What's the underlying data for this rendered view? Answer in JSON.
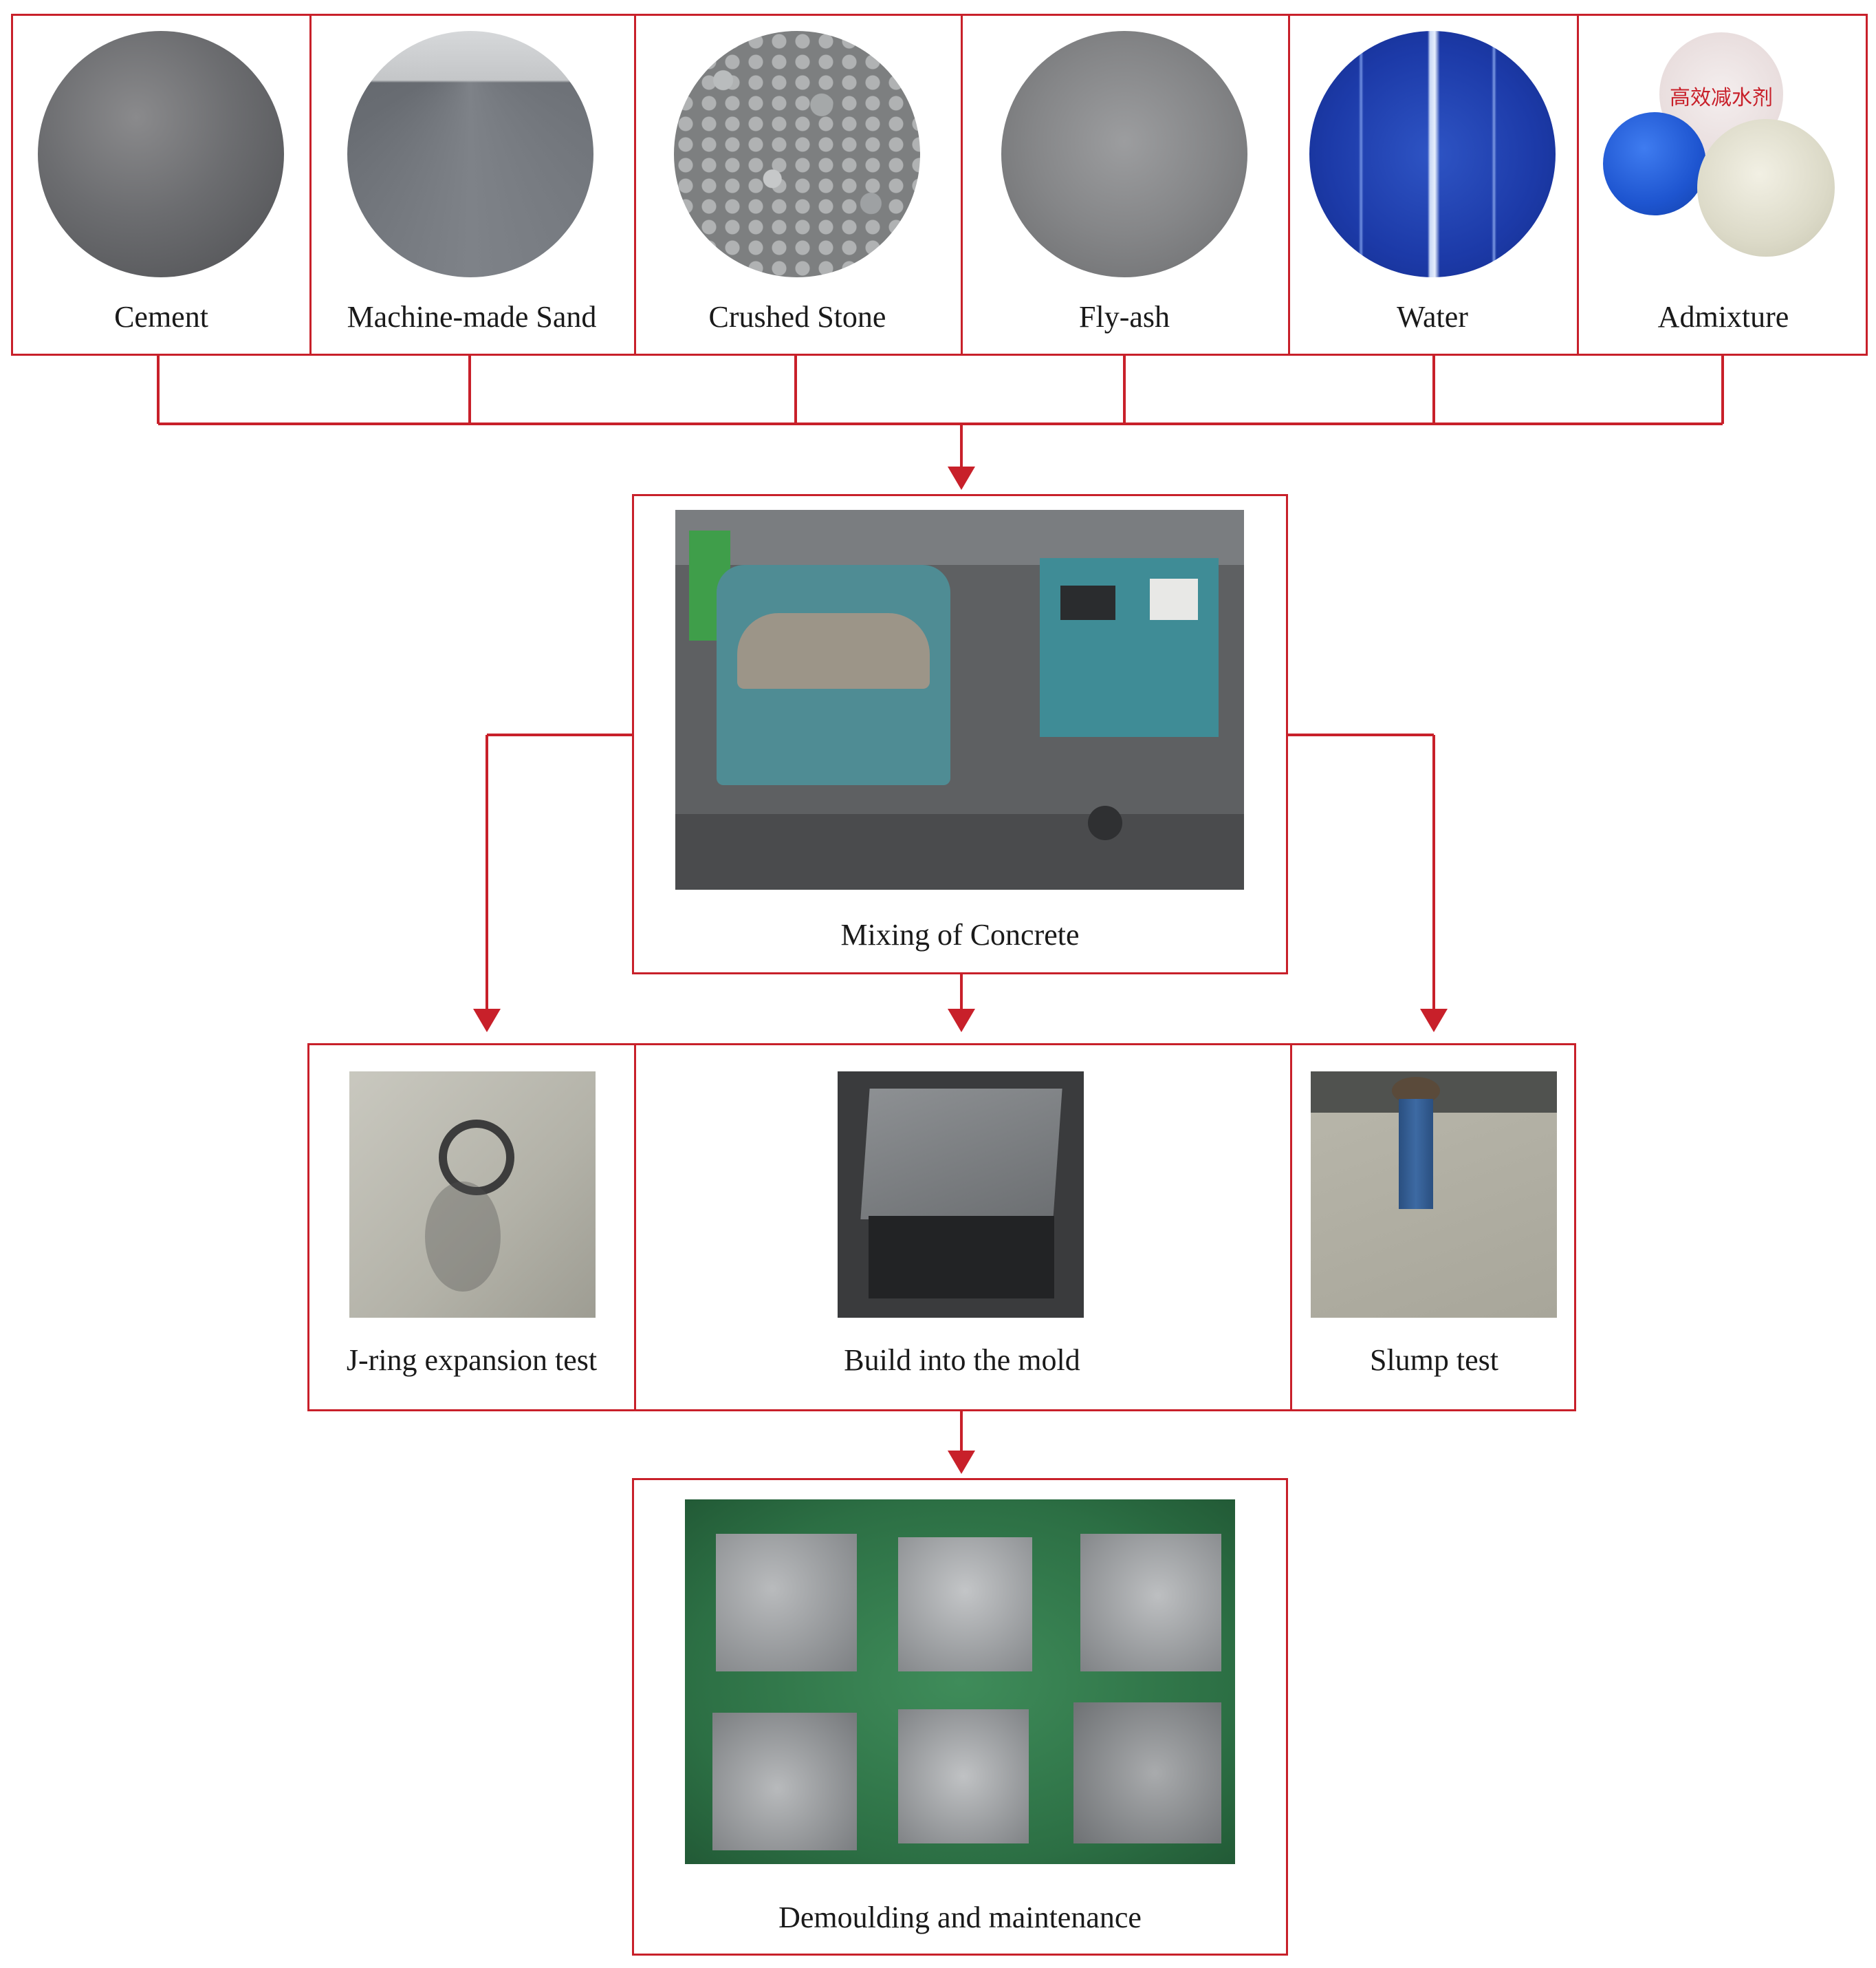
{
  "materials": [
    {
      "name": "Cement",
      "icon": "cement-powder-photo"
    },
    {
      "name": "Machine-made Sand",
      "icon": "sand-pile-photo"
    },
    {
      "name": "Crushed Stone",
      "icon": "crushed-stone-photo"
    },
    {
      "name": "Fly-ash",
      "icon": "fly-ash-photo"
    },
    {
      "name": "Water",
      "icon": "water-photo"
    },
    {
      "name": "Admixture",
      "icon": "admixture-containers-photo"
    }
  ],
  "admixture_text": "高效减水剂",
  "mixing": {
    "label": "Mixing of Concrete"
  },
  "tests": [
    {
      "label": "J-ring expansion test"
    },
    {
      "label": "Build into the mold"
    },
    {
      "label": "Slump test"
    }
  ],
  "demoulding": {
    "label": "Demoulding and maintenance"
  },
  "colors": {
    "border": "#c8202a",
    "arrow": "#c8202a"
  }
}
